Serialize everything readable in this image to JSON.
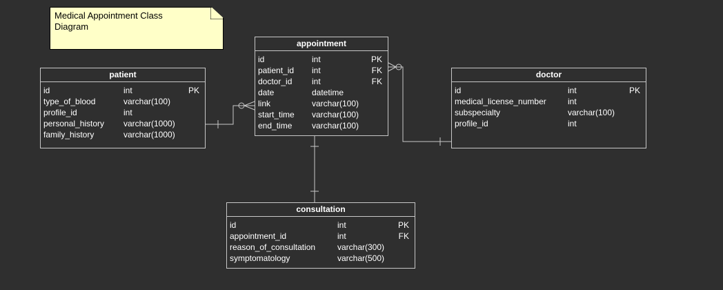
{
  "note": {
    "text": "Medical Appointment Class\nDiagram"
  },
  "entities": {
    "patient": {
      "title": "patient",
      "rows": [
        {
          "name": "id",
          "type": "int",
          "key": "PK"
        },
        {
          "name": "type_of_blood",
          "type": "varchar(100)",
          "key": ""
        },
        {
          "name": "profile_id",
          "type": "int",
          "key": ""
        },
        {
          "name": "personal_history",
          "type": "varchar(1000)",
          "key": ""
        },
        {
          "name": "family_history",
          "type": "varchar(1000)",
          "key": ""
        }
      ]
    },
    "appointment": {
      "title": "appointment",
      "rows": [
        {
          "name": "id",
          "type": "int",
          "key": "PK"
        },
        {
          "name": "patient_id",
          "type": "int",
          "key": "FK"
        },
        {
          "name": "doctor_id",
          "type": "int",
          "key": "FK"
        },
        {
          "name": "date",
          "type": "datetime",
          "key": ""
        },
        {
          "name": "link",
          "type": "varchar(100)",
          "key": ""
        },
        {
          "name": "start_time",
          "type": "varchar(100)",
          "key": ""
        },
        {
          "name": "end_time",
          "type": "varchar(100)",
          "key": ""
        }
      ]
    },
    "doctor": {
      "title": "doctor",
      "rows": [
        {
          "name": "id",
          "type": "int",
          "key": "PK"
        },
        {
          "name": "medical_license_number",
          "type": "int",
          "key": ""
        },
        {
          "name": "subspecialty",
          "type": "varchar(100)",
          "key": ""
        },
        {
          "name": "profile_id",
          "type": "int",
          "key": ""
        }
      ]
    },
    "consultation": {
      "title": "consultation",
      "rows": [
        {
          "name": "id",
          "type": "int",
          "key": "PK"
        },
        {
          "name": "appointment_id",
          "type": "int",
          "key": "FK"
        },
        {
          "name": "reason_of_consultation",
          "type": "varchar(300)",
          "key": ""
        },
        {
          "name": "symptomatology",
          "type": "varchar(500)",
          "key": ""
        }
      ]
    }
  },
  "colors": {
    "background": "#2f2f2f",
    "line": "#c8c8c8",
    "note_fill": "#ffffc8",
    "text": "#ffffff"
  }
}
